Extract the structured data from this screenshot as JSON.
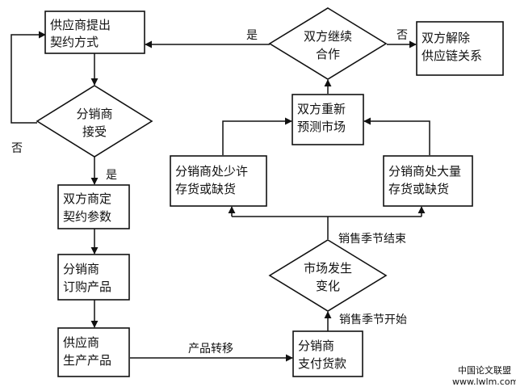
{
  "nodes": {
    "supplier_contract": {
      "lines": [
        "供应商提出",
        "契约方式"
      ]
    },
    "distributor_accept": {
      "lines": [
        "分销商",
        "接受"
      ]
    },
    "set_params": {
      "lines": [
        "双方商定",
        "契约参数"
      ]
    },
    "distributor_order": {
      "lines": [
        "分销商",
        "订购产品"
      ]
    },
    "supplier_produce": {
      "lines": [
        "供应商",
        "生产产品"
      ]
    },
    "distributor_pay": {
      "lines": [
        "分销商",
        "支付货款"
      ]
    },
    "market_change": {
      "lines": [
        "市场发生",
        "变化"
      ]
    },
    "low_stock": {
      "lines": [
        "分销商处少许",
        "存货或缺货"
      ]
    },
    "high_stock": {
      "lines": [
        "分销商处大量",
        "存货或缺货"
      ]
    },
    "repredict": {
      "lines": [
        "双方重新",
        "预测市场"
      ]
    },
    "continue_coop": {
      "lines": [
        "双方继续",
        "合作"
      ]
    },
    "terminate": {
      "lines": [
        "双方解除",
        "供应链关系"
      ]
    }
  },
  "edge_labels": {
    "yes_top": "是",
    "no_top": "否",
    "no_left": "否",
    "yes_left": "是",
    "transfer": "产品转移",
    "season_end": "销售季节结束",
    "season_start": "销售季节开始"
  },
  "watermark": {
    "line1": "中国论文联盟",
    "line2": "www.lwlm.com"
  }
}
